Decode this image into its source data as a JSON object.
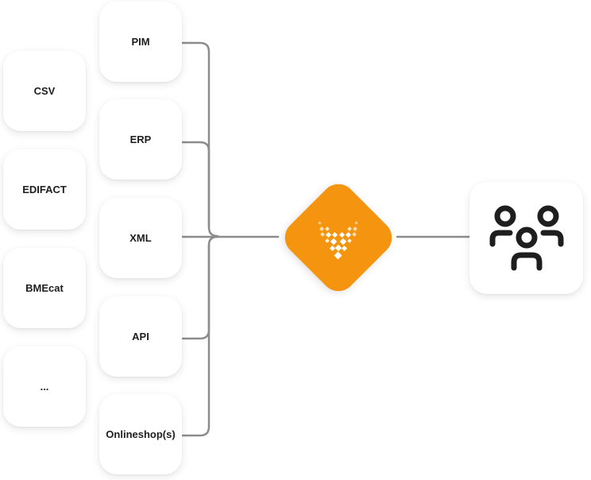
{
  "sources_left": [
    {
      "label": "CSV"
    },
    {
      "label": "EDIFACT"
    },
    {
      "label": "BMEcat"
    },
    {
      "label": "..."
    }
  ],
  "sources_right": [
    {
      "label": "PIM"
    },
    {
      "label": "ERP"
    },
    {
      "label": "XML"
    },
    {
      "label": "API"
    },
    {
      "label": "Onlineshop(s)"
    }
  ],
  "colors": {
    "hub": "#f5950f",
    "connector": "#8c8c8c",
    "icon": "#1e1e1e"
  },
  "icons": {
    "hub": "heart-dots-logo-icon",
    "users": "users-group-icon"
  }
}
